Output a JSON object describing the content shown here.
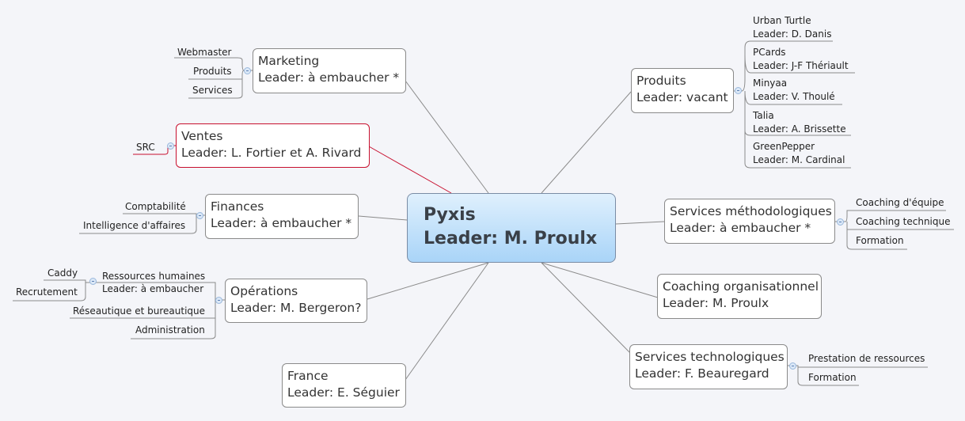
{
  "central": {
    "title": "Pyxis",
    "leader": "Leader: M. Proulx"
  },
  "branches": {
    "marketing": {
      "title": "Marketing",
      "leader": "Leader: à embaucher *",
      "children": [
        "Webmaster",
        "Produits",
        "Services"
      ]
    },
    "ventes": {
      "title": "Ventes",
      "leader": "Leader: L. Fortier et A. Rivard",
      "children": [
        "SRC"
      ],
      "color": "#c8102e"
    },
    "finances": {
      "title": "Finances",
      "leader": "Leader: à embaucher *",
      "children": [
        "Comptabilité",
        "Intelligence d'affaires"
      ]
    },
    "operations": {
      "title": "Opérations",
      "leader": "Leader: M. Bergeron?",
      "rh": {
        "title": "Ressources humaines",
        "leader": "Leader: à embaucher",
        "children": [
          "Caddy",
          "Recrutement"
        ]
      },
      "children": [
        "Réseautique et bureautique",
        "Administration"
      ]
    },
    "france": {
      "title": "France",
      "leader": "Leader: E. Séguier"
    },
    "produits": {
      "title": "Produits",
      "leader": "Leader: vacant",
      "children": [
        {
          "title": "Urban Turtle",
          "leader": "Leader: D. Danis"
        },
        {
          "title": "PCards",
          "leader": "Leader: J-F Thériault"
        },
        {
          "title": "Minyaa",
          "leader": "Leader: V. Thoulé"
        },
        {
          "title": "Talia",
          "leader": "Leader: A. Brissette"
        },
        {
          "title": "GreenPepper",
          "leader": "Leader: M. Cardinal"
        }
      ]
    },
    "methodo": {
      "title": "Services méthodologiques",
      "leader": "Leader: à embaucher *",
      "children": [
        "Coaching d'équipe",
        "Coaching technique",
        "Formation"
      ]
    },
    "coaching": {
      "title": "Coaching organisationnel",
      "leader": "Leader: M. Proulx"
    },
    "techno": {
      "title": "Services technologiques",
      "leader": "Leader: F. Beauregard",
      "children": [
        "Prestation de ressources",
        "Formation"
      ]
    }
  },
  "colors": {
    "background": "#f4f5f9",
    "central_top": "#dff0fd",
    "central_bottom": "#a9d4f8",
    "ventes_line": "#c8102e",
    "line": "#8a8a8a"
  }
}
